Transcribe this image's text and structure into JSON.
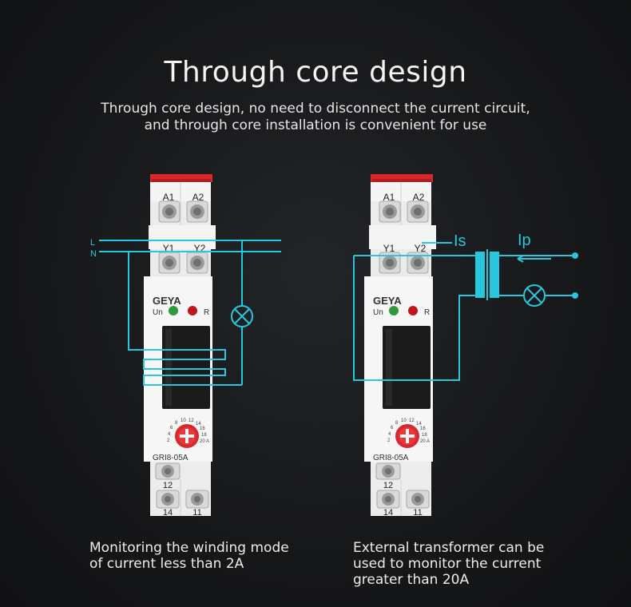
{
  "heading": {
    "title": "Through core design",
    "subtitle_lines": [
      "Through core design, no need to disconnect the current circuit,",
      "and through core installation is convenient for use"
    ]
  },
  "relay": {
    "brand": "GEYA",
    "model": "GRI8-05A",
    "terminals": {
      "a1": "A1",
      "a2": "A2",
      "y1": "Y1",
      "y2": "Y2",
      "t12": "12",
      "t14": "14",
      "t11": "11"
    },
    "led_un": "Un",
    "led_r": "R",
    "dial_scale": [
      "2",
      "4",
      "6",
      "8",
      "10",
      "12",
      "14",
      "16",
      "18",
      "20 A"
    ]
  },
  "left_diagram": {
    "line_l": "L",
    "line_n": "N",
    "caption_lines": [
      "Monitoring the winding mode",
      "of current less than 2A"
    ]
  },
  "right_diagram": {
    "label_is": "Is",
    "label_ip": "Ip",
    "caption_lines": [
      "External transformer can be",
      "used to monitor the current",
      "greater than 20A"
    ]
  },
  "colors": {
    "background": "#17181a",
    "wire": "#29c7dd",
    "relay_body": "#f3f3f3",
    "cap_red": "#d8282d",
    "led_green": "#2e9a3a",
    "led_red": "#c0161c"
  }
}
